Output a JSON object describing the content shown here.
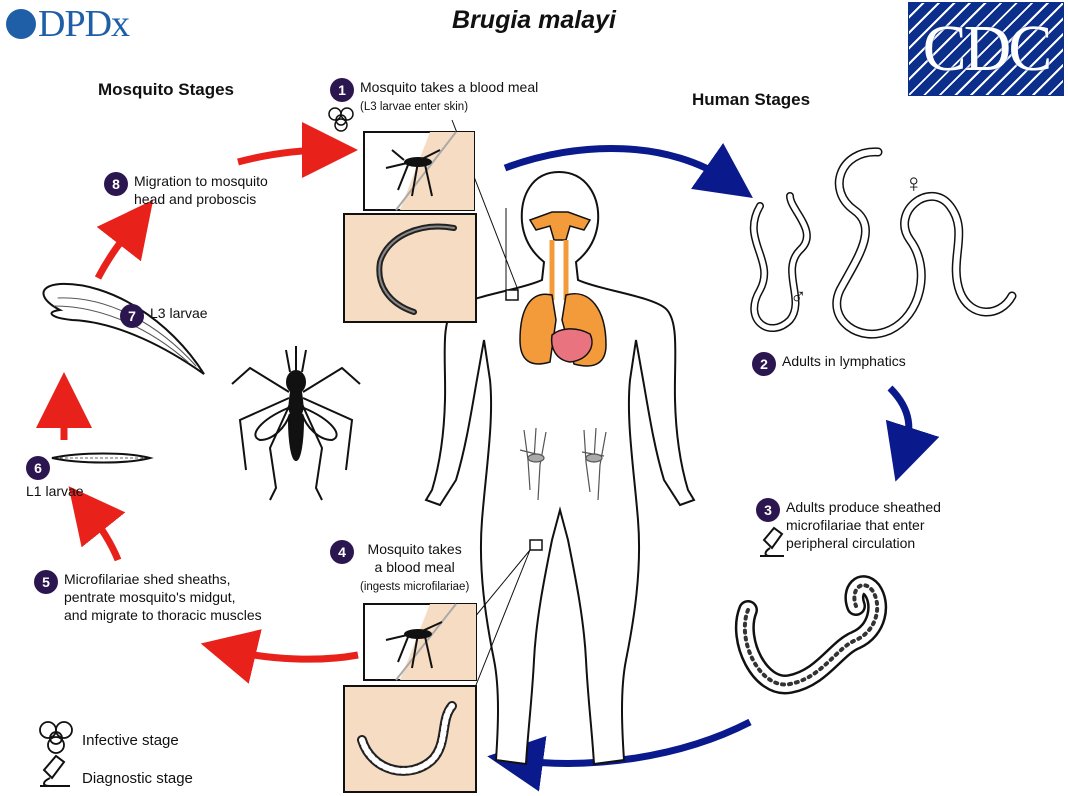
{
  "title": "Brugia malayi",
  "logos": {
    "left": "DPDx",
    "right": "CDC"
  },
  "sections": {
    "mosquito": "Mosquito Stages",
    "human": "Human Stages"
  },
  "stages": [
    {
      "num": "1",
      "lines": [
        "Mosquito takes a blood meal"
      ],
      "sub": "(L3 larvae enter skin)"
    },
    {
      "num": "2",
      "lines": [
        "Adults in lymphatics"
      ]
    },
    {
      "num": "3",
      "lines": [
        "Adults produce sheathed",
        "microfilariae that enter",
        "peripheral circulation"
      ]
    },
    {
      "num": "4",
      "lines": [
        "Mosquito takes",
        "a blood meal"
      ],
      "sub": "(ingests microfilariae)"
    },
    {
      "num": "5",
      "lines": [
        "Microfilariae shed sheaths,",
        "pentrate mosquito's midgut,",
        "and migrate to thoracic muscles"
      ]
    },
    {
      "num": "6",
      "lines": [
        "L1 larvae"
      ]
    },
    {
      "num": "7",
      "lines": [
        "L3 larvae"
      ]
    },
    {
      "num": "8",
      "lines": [
        "Migration to mosquito",
        "head and proboscis"
      ]
    }
  ],
  "sex_symbols": {
    "female": "♀",
    "male": "♂"
  },
  "legend": {
    "infective": "Infective stage",
    "diagnostic": "Diagnostic stage"
  },
  "colors": {
    "badge": "#2b1650",
    "red_arrow": "#e8221b",
    "blue_arrow": "#0a1a8c",
    "inset_bg": "#f6dcc2",
    "organ": "#f39b3a",
    "heart": "#e9737e"
  }
}
